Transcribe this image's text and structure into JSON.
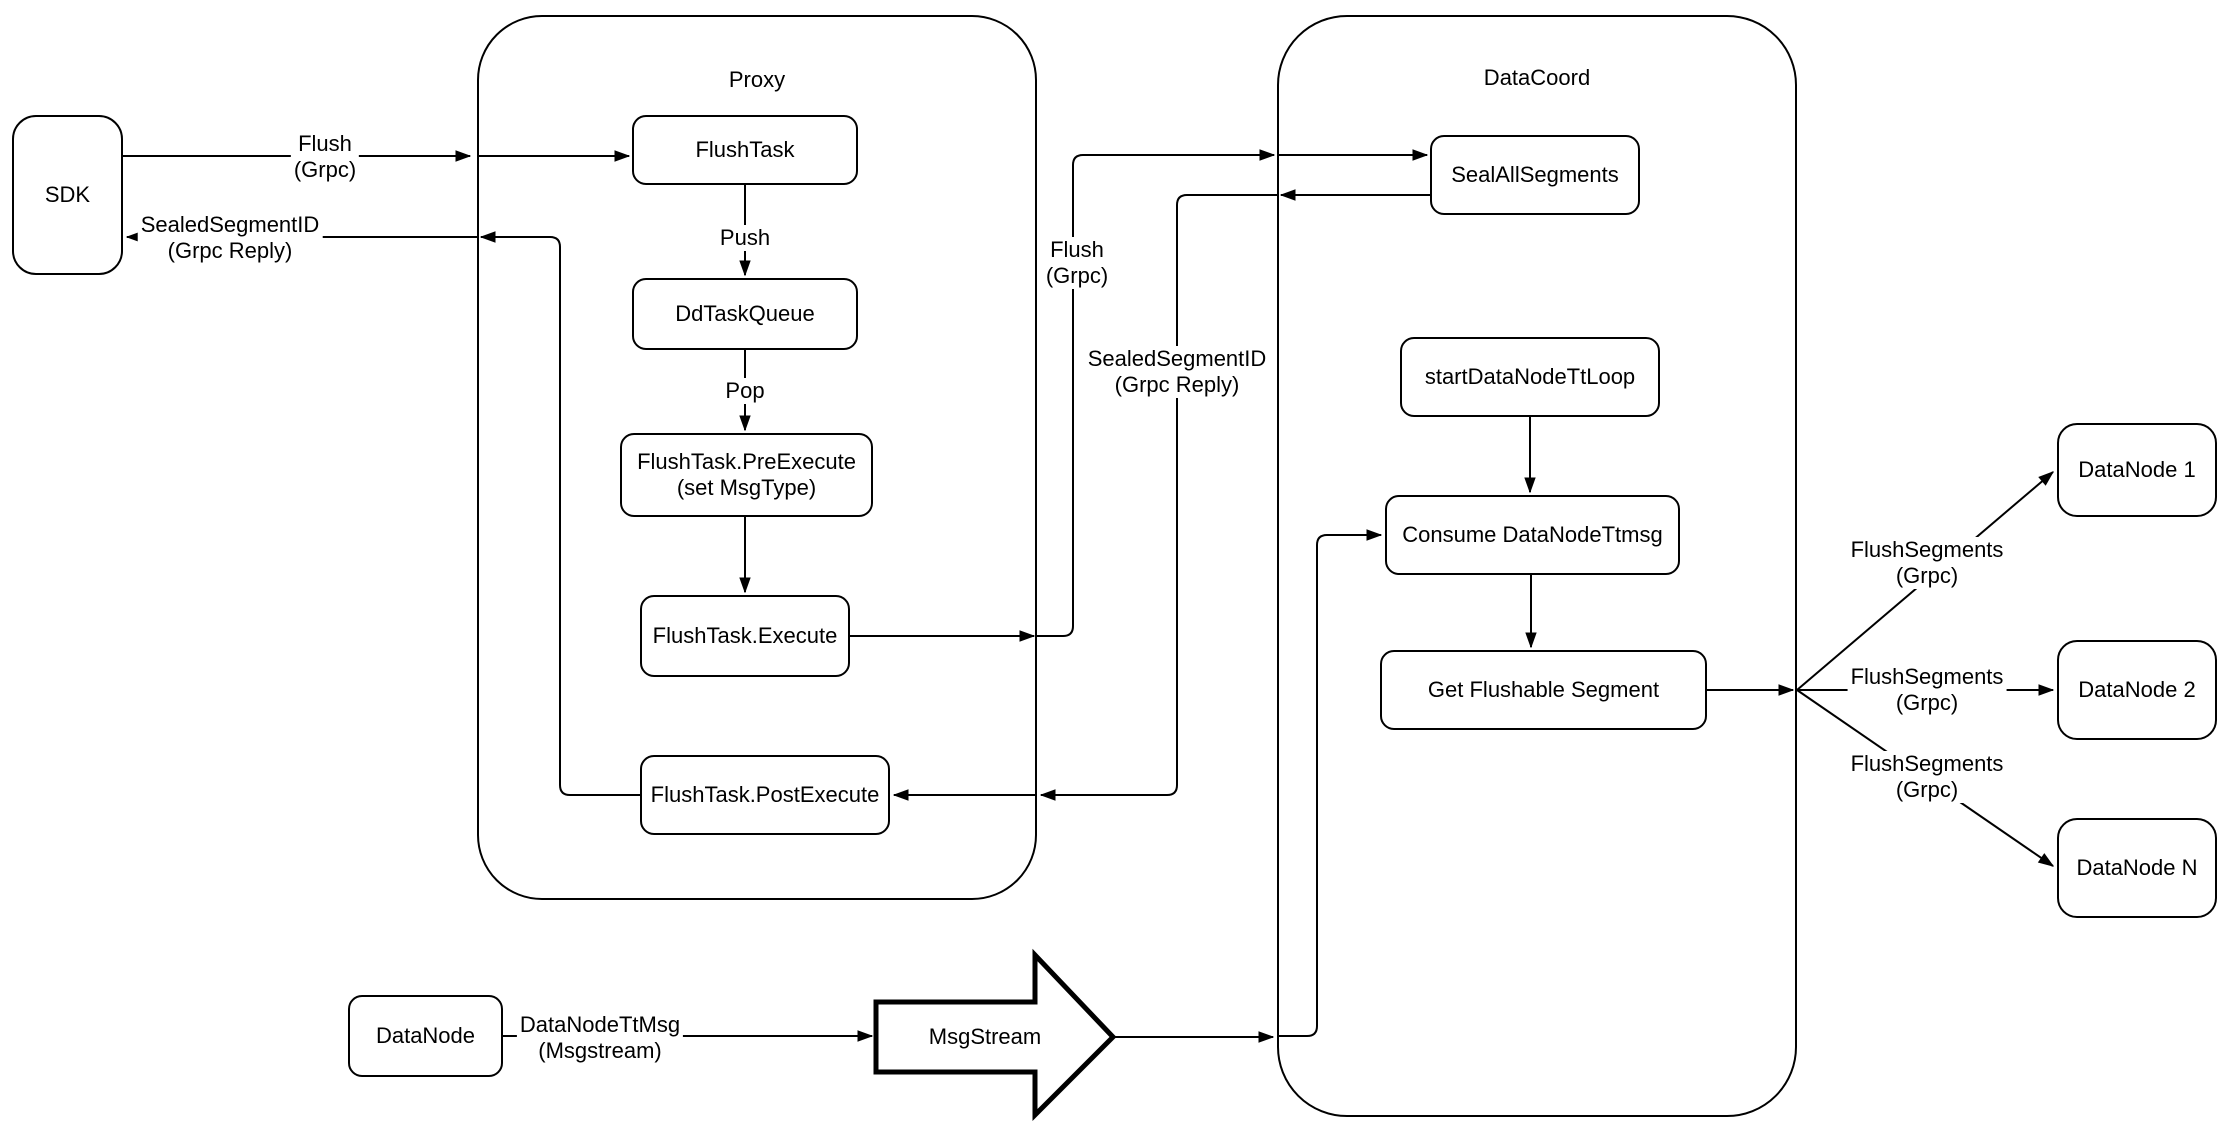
{
  "colors": {
    "background": "#ffffff",
    "stroke": "#000000",
    "node_fill": "#ffffff"
  },
  "containers": {
    "proxy": {
      "title": "Proxy"
    },
    "datacoord": {
      "title": "DataCoord"
    }
  },
  "nodes": {
    "sdk": {
      "label": "SDK"
    },
    "flush_task": {
      "label": "FlushTask"
    },
    "dd_task_queue": {
      "label": "DdTaskQueue"
    },
    "flush_task_pre_execute": {
      "label": "FlushTask.PreExecute\n(set MsgType)"
    },
    "flush_task_execute": {
      "label": "FlushTask.Execute"
    },
    "flush_task_post_execute": {
      "label": "FlushTask.PostExecute"
    },
    "seal_all_segments": {
      "label": "SealAllSegments"
    },
    "start_data_node_tt_loop": {
      "label": "startDataNodeTtLoop"
    },
    "consume_data_node_ttmsg": {
      "label": "Consume DataNodeTtmsg"
    },
    "get_flushable_segment": {
      "label": "Get Flushable Segment"
    },
    "data_node_1": {
      "label": "DataNode 1"
    },
    "data_node_2": {
      "label": "DataNode 2"
    },
    "data_node_n": {
      "label": "DataNode N"
    },
    "data_node": {
      "label": "DataNode"
    },
    "msg_stream": {
      "label": "MsgStream"
    }
  },
  "edge_labels": {
    "flush_sdk": "Flush\n(Grpc)",
    "sealed_segment_sdk": "SealedSegmentID\n(Grpc Reply)",
    "push": "Push",
    "pop": "Pop",
    "flush_mid": "Flush\n(Grpc)",
    "sealed_segment_mid": "SealedSegmentID\n(Grpc Reply)",
    "data_node_tt_msg": "DataNodeTtMsg\n(Msgstream)",
    "flush_segments_1": "FlushSegments\n(Grpc)",
    "flush_segments_2": "FlushSegments\n(Grpc)",
    "flush_segments_3": "FlushSegments\n(Grpc)"
  }
}
